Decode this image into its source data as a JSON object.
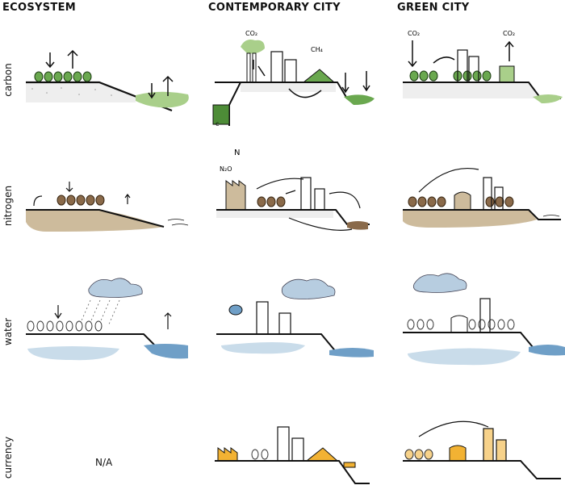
{
  "columns": [
    "ECOSYSTEM",
    "CONTEMPORARY CITY",
    "GREEN CITY"
  ],
  "rows": [
    "carbon",
    "nitrogen",
    "water",
    "currency"
  ],
  "labels": {
    "co2_contemporary": "CO₂",
    "ch4": "CH₄",
    "c_block": "c",
    "co2_green_left": "CO₂",
    "co2_green_right": "CO₂",
    "n2o": "N₂O",
    "n_symbol": "N",
    "not_applicable": "N/A"
  },
  "colors": {
    "carbon_green": "#6aa84f",
    "light_green": "#a9cf8a",
    "nitrogen_brown": "#8a6a4a",
    "soil_tan": "#cdbb9c",
    "water_blue": "#6f9fc7",
    "cloud_blue": "#b7cde0",
    "light_water": "#c9dcea",
    "currency_orange": "#f2b233",
    "currency_light": "#f7d28a"
  }
}
